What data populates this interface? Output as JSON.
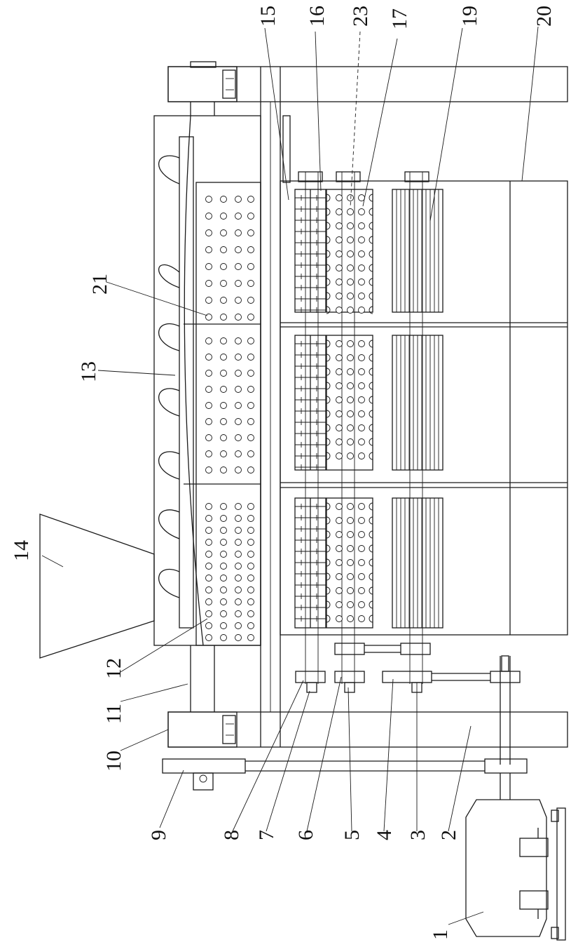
{
  "figure": {
    "labels": [
      {
        "id": "label-1",
        "text": "1"
      },
      {
        "id": "label-2",
        "text": "2"
      },
      {
        "id": "label-3",
        "text": "3"
      },
      {
        "id": "label-4",
        "text": "4"
      },
      {
        "id": "label-5",
        "text": "5"
      },
      {
        "id": "label-6",
        "text": "6"
      },
      {
        "id": "label-7",
        "text": "7"
      },
      {
        "id": "label-8",
        "text": "8"
      },
      {
        "id": "label-9",
        "text": "9"
      },
      {
        "id": "label-10",
        "text": "10"
      },
      {
        "id": "label-11",
        "text": "11"
      },
      {
        "id": "label-12",
        "text": "12"
      },
      {
        "id": "label-13",
        "text": "13"
      },
      {
        "id": "label-14",
        "text": "14"
      },
      {
        "id": "label-15",
        "text": "15"
      },
      {
        "id": "label-16",
        "text": "16"
      },
      {
        "id": "label-17",
        "text": "17"
      },
      {
        "id": "label-19",
        "text": "19"
      },
      {
        "id": "label-20",
        "text": "20"
      },
      {
        "id": "label-21",
        "text": "21"
      },
      {
        "id": "label-23",
        "text": "23"
      }
    ],
    "colors": {
      "line": "#1a1a1a",
      "background": "#ffffff"
    }
  }
}
